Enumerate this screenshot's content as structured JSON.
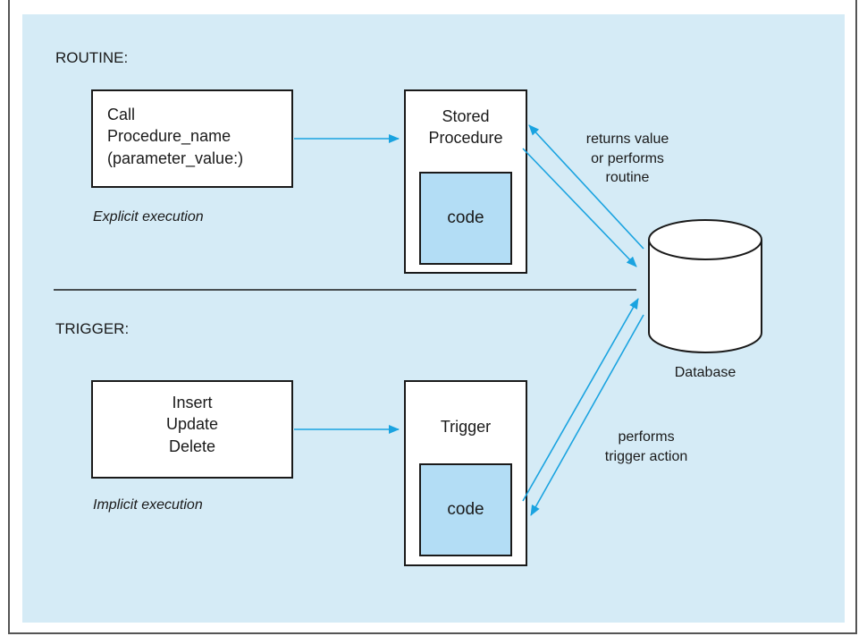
{
  "routine": {
    "heading": "ROUTINE:",
    "call_box": {
      "lines": "Call\nProcedure_name\n(parameter_value:)"
    },
    "execution_note": "Explicit execution",
    "procedure_box": {
      "title": "Stored\nProcedure",
      "code_label": "code"
    },
    "arrow_label": "returns value\nor performs\nroutine"
  },
  "trigger": {
    "heading": "TRIGGER:",
    "event_box": {
      "lines": "Insert\nUpdate\nDelete"
    },
    "execution_note": "Implicit execution",
    "trigger_box": {
      "title": "Trigger",
      "code_label": "code"
    },
    "arrow_label": "performs\ntrigger action"
  },
  "database": {
    "label": "Database"
  },
  "colors": {
    "background": "#d5ebf6",
    "code_fill": "#b3ddf5",
    "arrow": "#1aa3e0",
    "outline": "#1a1a1a"
  }
}
